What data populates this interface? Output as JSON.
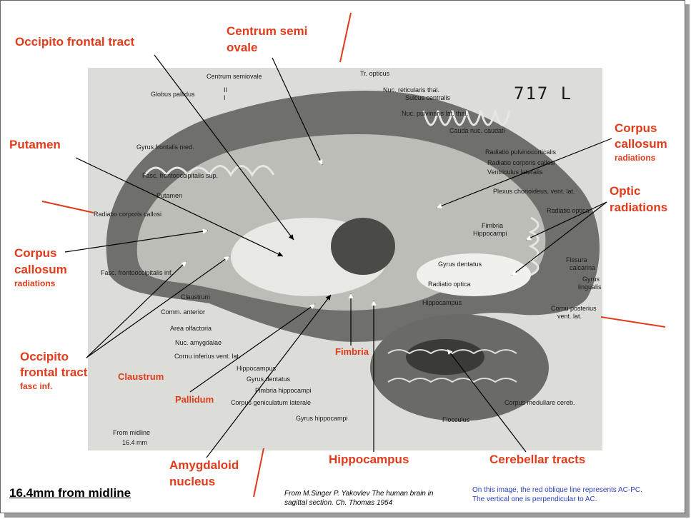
{
  "labels": {
    "occipito_frontal_tract": "Occipito frontal tract",
    "centrum_semi_ovale_1": "Centrum semi",
    "centrum_semi_ovale_2": "ovale",
    "putamen": "Putamen",
    "corpus_callosum_right_1": "Corpus",
    "corpus_callosum_right_2": "callosum",
    "corpus_callosum_right_sub": "radiations",
    "optic_radiations_1": "Optic",
    "optic_radiations_2": "radiations",
    "corpus_callosum_left_1": "Corpus",
    "corpus_callosum_left_2": "callosum",
    "corpus_callosum_left_sub": "radiations",
    "occipito_inf_1": "Occipito",
    "occipito_inf_2": "frontal tract",
    "occipito_inf_sub": "fasc inf.",
    "claustrum": "Claustrum",
    "pallidum": "Pallidum",
    "fimbria": "Fimbria",
    "amygdaloid_1": "Amygdaloid",
    "amygdaloid_2": "nucleus",
    "hippocampus": "Hippocampus",
    "cerebellar_tracts": "Cerebellar tracts"
  },
  "atlas": {
    "specimen_number": "717 L",
    "centrum_semiovale": "Centrum semiovale",
    "globus_pallidus": "Globus pallidus",
    "globus_roman": "II",
    "globus_roman2": "I",
    "tr_opticus": "Tr. opticus",
    "nuc_reticularis": "Nuc. reticularis thal.",
    "sulcus_centralis": "Sulcus centralis",
    "nuc_pulvinaris": "Nuc. pulvinaris lat. thal.",
    "cauda_nuc": "Cauda nuc. caudati",
    "radiatio_pulvino": "Radiatio pulvinocorticalis",
    "radiatio_corporis": "Radiatio corporis callosi",
    "ventriculus_lateralis": "Ventriculus lateralis",
    "plexus": "Plexus chorioideus, vent. lat.",
    "fimbria_hippocampi": "Fimbria",
    "fimbria_hippocampi2": "Hippocampi",
    "radiatio_optica_r": "Radiatio optica",
    "fissura_1": "Fissura",
    "fissura_2": "calcarina",
    "gyrus_lingualis_1": "Gyrus",
    "gyrus_lingualis_2": "lingualis",
    "cornu_posterius_1": "Cornu posterius",
    "cornu_posterius_2": "vent. lat.",
    "gyrus_dentatus_r": "Gyrus dentatus",
    "radiatio_optica_c": "Radiatio optica",
    "hippocampus_c": "Hippocampus",
    "gyrus_frontalis": "Gyrus frontalis med.",
    "fasc_sup": "Fasc. frontooccipitalis sup.",
    "putamen_a": "Putamen",
    "radiatio_corporis_l": "Radiatio corporis callosi",
    "fasc_inf": "Fasc. frontooccipitalis inf.",
    "claustrum_a": "Claustrum",
    "comm_anterior": "Comm. anterior",
    "area_olfactoria": "Area olfactoria",
    "nuc_amygdalae": "Nuc. amygdalae",
    "cornu_inferius": "Cornu inferius vent. lat.",
    "hippocampus_l": "Hippocampus",
    "gyrus_dentatus_l": "Gyrus dentatus",
    "fimbria_hippocampi_l": "Fimbria hippocampi",
    "corpus_geniculatum": "Corpus geniculatum laterale",
    "gyrus_hippocampi": "Gyrus hippocampi",
    "corpus_medullare": "Corpus medullare cereb.",
    "flocculus": "Flocculus",
    "from_midline_1": "From midline",
    "from_midline_2": "16.4 mm"
  },
  "footer": {
    "title": "16.4mm from midline",
    "citation_1": "From M.Singer P. Yakovlev The human brain in",
    "citation_2": "sagittal section. Ch. Thomas 1954",
    "note_1": "On this image, the red oblique line represents AC-PC.",
    "note_2": "The vertical one is perpendicular to AC."
  },
  "colors": {
    "label_red": "#e03b1a",
    "note_blue": "#2a3fb8"
  }
}
